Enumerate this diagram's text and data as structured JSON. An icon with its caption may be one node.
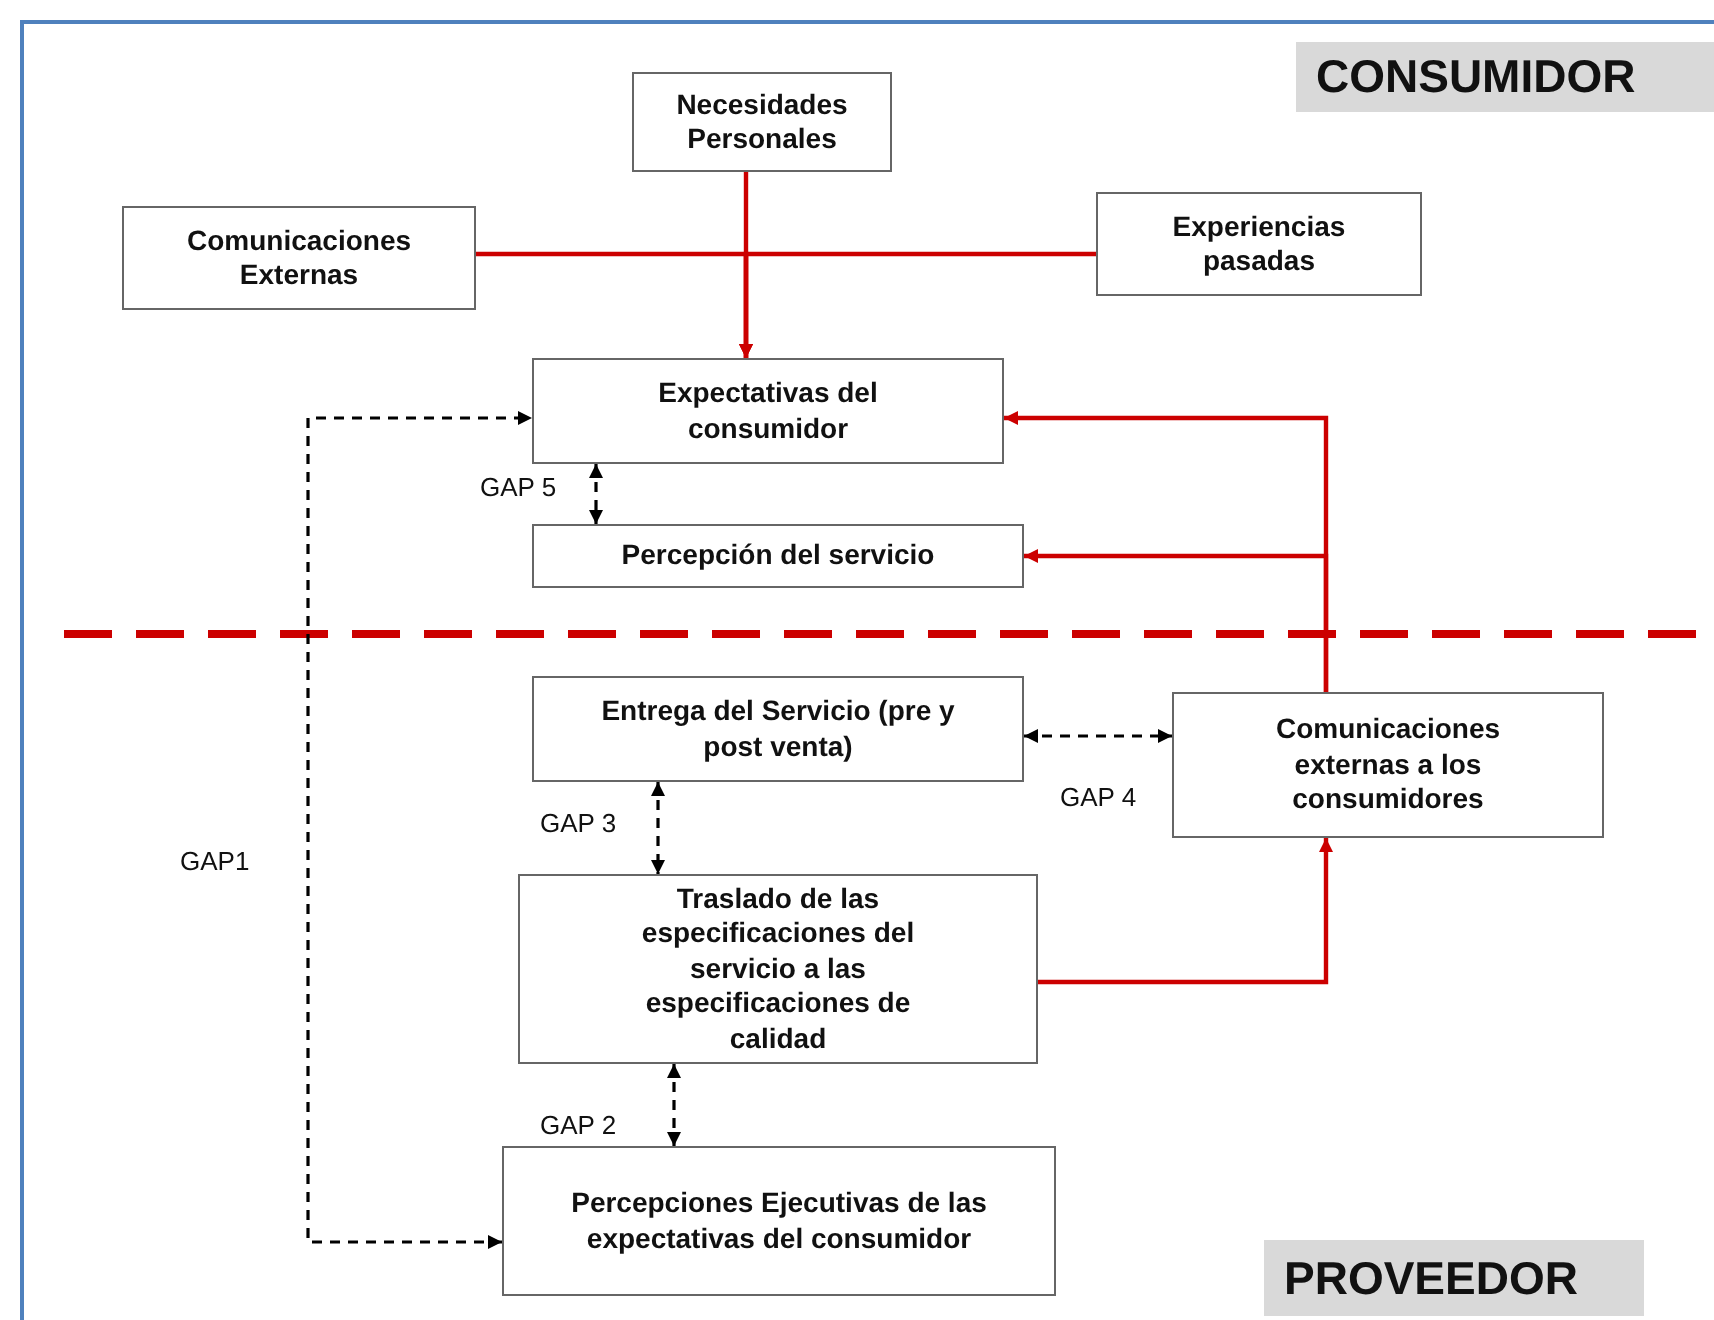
{
  "diagram": {
    "nodes": [
      {
        "text": [
          "CONSUMIDOR"
        ]
      },
      {
        "text": [
          "Necesidades Personales"
        ]
      },
      {
        "text": [
          "Comunicaciones Externas"
        ]
      },
      {
        "text": [
          "Experiencias pasadas"
        ]
      },
      {
        "text": [
          "Expectativas del consumidor"
        ]
      },
      {
        "text": [
          "Percepción del servicio"
        ]
      },
      {
        "text": [
          "Entrega del Servicio (pre y post venta)"
        ]
      },
      {
        "text": [
          "Comunicaciones externas a los consumidores"
        ]
      },
      {
        "text": [
          "Traslado de las especificaciones del servicio a las especificaciones de calidad"
        ]
      },
      {
        "text": [
          "Percepciones Ejecutivas de las expectativas del consumidor"
        ]
      },
      {
        "text": [
          "PROVEEDOR"
        ]
      }
    ],
    "edges": [
      {
        "from": 1,
        "to": 4,
        "arrow": "to"
      },
      {
        "from": 2,
        "to": 4,
        "arrow": "to"
      },
      {
        "from": 3,
        "to": 4,
        "arrow": "to"
      },
      {
        "from": 7,
        "to": 4,
        "arrow": "to"
      },
      {
        "from": 7,
        "to": 5,
        "arrow": "to"
      },
      {
        "from": 8,
        "to": 7,
        "arrow": "to"
      },
      {
        "from": 4,
        "to": 5,
        "arrow": "both",
        "label": "GAP 5",
        "style": "dashed",
        "color": "#000000"
      },
      {
        "from": 6,
        "to": 7,
        "arrow": "both",
        "label": "GAP 4",
        "style": "dashed",
        "color": "#000000"
      },
      {
        "from": 6,
        "to": 8,
        "arrow": "both",
        "label": "GAP 3",
        "style": "dashed",
        "color": "#000000"
      },
      {
        "from": 8,
        "to": 9,
        "arrow": "both",
        "label": "GAP 2",
        "style": "dashed",
        "color": "#000000"
      },
      {
        "from": 9,
        "to": 4,
        "arrow": "both",
        "label": "GAP1",
        "style": "dashed",
        "color": "#000000"
      }
    ]
  }
}
